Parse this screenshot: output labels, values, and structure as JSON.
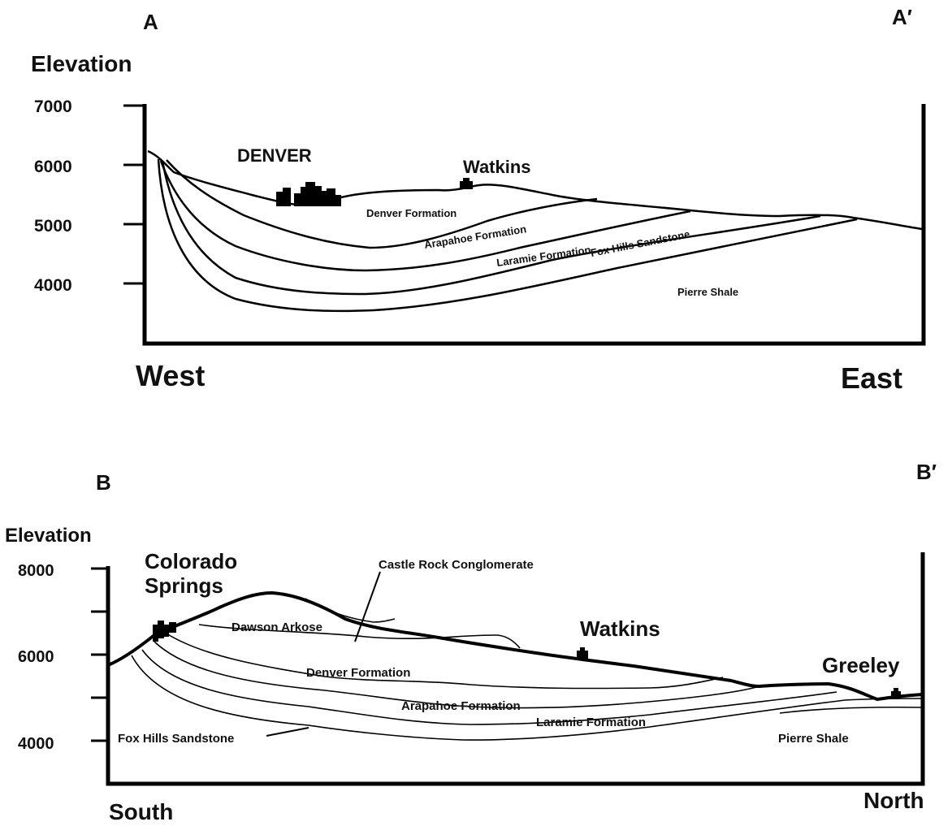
{
  "sectionA": {
    "label_left": "A",
    "label_right": "A′",
    "axis_title": "Elevation",
    "ticks": [
      "7000",
      "6000",
      "5000",
      "4000"
    ],
    "left_side": "West",
    "right_side": "East",
    "places": [
      "DENVER",
      "Watkins"
    ],
    "formations": [
      "Denver Formation",
      "Arapahoe Formation",
      "Laramie Formation",
      "Fox Hills Sandstone",
      "Pierre Shale"
    ]
  },
  "sectionB": {
    "label_left": "B",
    "label_right": "B′",
    "axis_title": "Elevation",
    "ticks": [
      "8000",
      "6000",
      "4000"
    ],
    "left_side": "South",
    "right_side": "North",
    "places": [
      "Colorado",
      "Springs",
      "Watkins",
      "Greeley"
    ],
    "formations": [
      "Castle Rock Conglomerate",
      "Dawson Arkose",
      "Denver Formation",
      "Arapahoe Formation",
      "Laramie Formation",
      "Fox Hills Sandstone",
      "Pierre Shale"
    ]
  },
  "colors": {
    "ink": "#000000",
    "paper": "#ffffff"
  }
}
